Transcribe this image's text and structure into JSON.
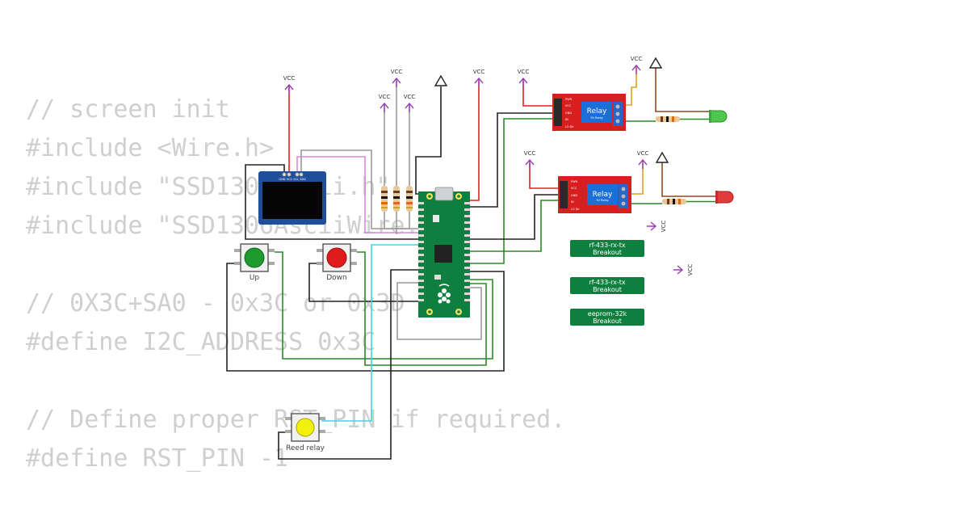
{
  "code_lines": [
    "// screen init",
    "#include <Wire.h>",
    "#include \"SSD1306Ascii.h\"",
    "#include \"SSD1306AsciiWire.h\"",
    "",
    "// 0X3C+SA0 - 0x3C or 0x3D",
    "#define I2C_ADDRESS 0x3C",
    "",
    "// Define proper RST_PIN if required.",
    "#define RST_PIN -1"
  ],
  "vcc_label": "VCC",
  "oled_pins": "GND VCC SCL SDA",
  "buttons": {
    "up": "Up",
    "down": "Down",
    "reed": "Reed relay"
  },
  "relay": {
    "title": "Relay",
    "subtitle": "5V Relay",
    "pins": [
      "PWR",
      "VCC",
      "GND",
      "IN",
      "LO Dir"
    ]
  },
  "breakouts": [
    {
      "line1": "rf-433-rx-tx",
      "line2": "Breakout"
    },
    {
      "line1": "rf-433-rx-tx",
      "line2": "Breakout"
    },
    {
      "line1": "eeprom-32k",
      "line2": "Breakout"
    }
  ],
  "colors": {
    "board_green": "#0f7f3f",
    "relay_red": "#d81f1f",
    "relay_blue": "#1a6fd8",
    "vcc_purple": "#9b3fb8",
    "oled_blue": "#1f4f9a",
    "led_green": "#4fc74f",
    "led_red": "#e23b3b"
  }
}
